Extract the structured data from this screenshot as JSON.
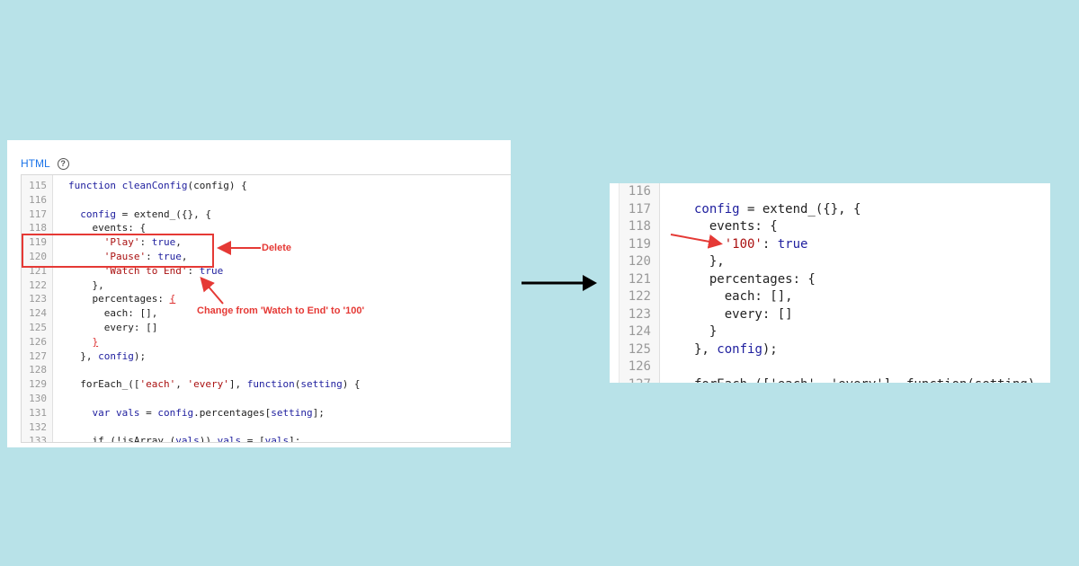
{
  "left_panel": {
    "section_label": "HTML",
    "help_icon": "question-circle-icon",
    "lines": [
      {
        "n": "115",
        "code": [
          [
            "function ",
            "kw"
          ],
          [
            "cleanConfig",
            "prop"
          ],
          [
            "(config) {",
            ""
          ]
        ]
      },
      {
        "n": "116",
        "code": []
      },
      {
        "n": "117",
        "code": [
          [
            "  config",
            "var"
          ],
          [
            " = extend_({}, {",
            ""
          ]
        ]
      },
      {
        "n": "118",
        "code": [
          [
            "    events: {",
            ""
          ]
        ]
      },
      {
        "n": "119",
        "code": [
          [
            "      'Play'",
            "str"
          ],
          [
            ": ",
            ""
          ],
          [
            "true",
            "kw"
          ],
          [
            ",",
            ""
          ]
        ]
      },
      {
        "n": "120",
        "code": [
          [
            "      'Pause'",
            "str"
          ],
          [
            ": ",
            ""
          ],
          [
            "true",
            "kw"
          ],
          [
            ",",
            ""
          ]
        ]
      },
      {
        "n": "121",
        "code": [
          [
            "      'Watch to End'",
            "str"
          ],
          [
            ": ",
            ""
          ],
          [
            "true",
            "kw"
          ]
        ]
      },
      {
        "n": "122",
        "code": [
          [
            "    },",
            ""
          ]
        ]
      },
      {
        "n": "123",
        "code": [
          [
            "    percentages: ",
            ""
          ],
          [
            "{",
            "bracket"
          ]
        ]
      },
      {
        "n": "124",
        "code": [
          [
            "      each: [],",
            ""
          ]
        ]
      },
      {
        "n": "125",
        "code": [
          [
            "      every: []",
            ""
          ]
        ]
      },
      {
        "n": "126",
        "code": [
          [
            "    ",
            ""
          ],
          [
            "}",
            "bracket"
          ]
        ]
      },
      {
        "n": "127",
        "code": [
          [
            "  }, ",
            ""
          ],
          [
            "config",
            "var"
          ],
          [
            ");",
            ""
          ]
        ]
      },
      {
        "n": "128",
        "code": []
      },
      {
        "n": "129",
        "code": [
          [
            "  forEach_([",
            ""
          ],
          [
            "'each'",
            "str"
          ],
          [
            ", ",
            ""
          ],
          [
            "'every'",
            "str"
          ],
          [
            "], ",
            ""
          ],
          [
            "function",
            "kw"
          ],
          [
            "(",
            ""
          ],
          [
            "setting",
            "var"
          ],
          [
            ") {",
            ""
          ]
        ]
      },
      {
        "n": "130",
        "code": []
      },
      {
        "n": "131",
        "code": [
          [
            "    ",
            ""
          ],
          [
            "var ",
            "kw"
          ],
          [
            "vals",
            "var"
          ],
          [
            " = ",
            ""
          ],
          [
            "config",
            "var"
          ],
          [
            ".percentages[",
            ""
          ],
          [
            "setting",
            "var"
          ],
          [
            "];",
            ""
          ]
        ]
      },
      {
        "n": "132",
        "code": []
      },
      {
        "n": "133",
        "code": [
          [
            "    if (!isArray_(",
            ""
          ],
          [
            "vals",
            "var"
          ],
          [
            ")) ",
            ""
          ],
          [
            "vals",
            "var"
          ],
          [
            " = [",
            ""
          ],
          [
            "vals",
            "var"
          ],
          [
            "];",
            ""
          ]
        ]
      }
    ],
    "annotations": {
      "delete_label": "Delete",
      "change_label": "Change from 'Watch to End' to '100'",
      "color": "#e53935"
    }
  },
  "right_panel": {
    "lines": [
      {
        "n": "116",
        "code": []
      },
      {
        "n": "117",
        "code": [
          [
            "config",
            "var"
          ],
          [
            " = extend_({}, {",
            ""
          ]
        ]
      },
      {
        "n": "118",
        "code": [
          [
            "  events: {",
            ""
          ]
        ]
      },
      {
        "n": "119",
        "code": [
          [
            "    '100'",
            "str"
          ],
          [
            ": ",
            ""
          ],
          [
            "true",
            "kw"
          ]
        ]
      },
      {
        "n": "120",
        "code": [
          [
            "  },",
            ""
          ]
        ]
      },
      {
        "n": "121",
        "code": [
          [
            "  percentages: {",
            ""
          ]
        ]
      },
      {
        "n": "122",
        "code": [
          [
            "    each: [],",
            ""
          ]
        ]
      },
      {
        "n": "123",
        "code": [
          [
            "    every: []",
            ""
          ]
        ]
      },
      {
        "n": "124",
        "code": [
          [
            "  }",
            ""
          ]
        ]
      },
      {
        "n": "125",
        "code": [
          [
            "}, ",
            ""
          ],
          [
            "config",
            "var"
          ],
          [
            ");",
            ""
          ]
        ]
      },
      {
        "n": "126",
        "code": []
      },
      {
        "n": "127",
        "code": [
          [
            "forEach_(['each', 'every'], function(setting)",
            ""
          ]
        ]
      }
    ]
  },
  "colors": {
    "background": "#b8e2e8",
    "annotation": "#e53935",
    "arrow": "#000000"
  }
}
